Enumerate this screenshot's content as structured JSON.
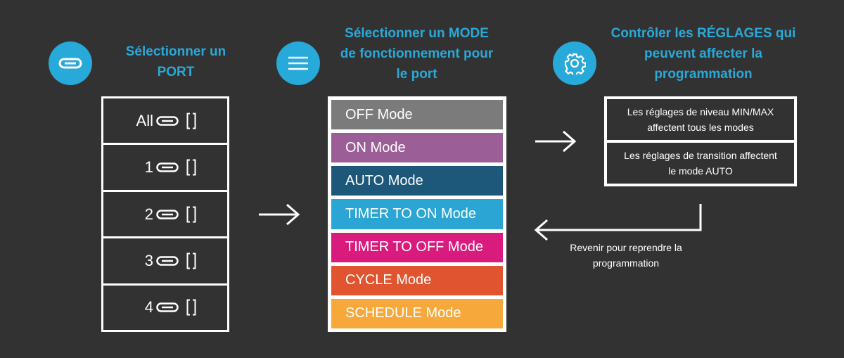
{
  "steps": {
    "port": {
      "title_line1": "Sélectionner un",
      "title_line2": "PORT",
      "icon": "link-icon"
    },
    "mode": {
      "title_line1": "Sélectionner un MODE",
      "title_line2": "de fonctionnement pour",
      "title_line3": "le port",
      "icon": "menu-icon"
    },
    "settings": {
      "title_line1": "Contrôler les RÉGLAGES qui",
      "title_line2": "peuvent affecter la",
      "title_line3": "programmation",
      "icon": "gear-icon"
    }
  },
  "ports": [
    {
      "label": "All"
    },
    {
      "label": "1"
    },
    {
      "label": "2"
    },
    {
      "label": "3"
    },
    {
      "label": "4"
    }
  ],
  "modes": [
    {
      "label": "OFF Mode",
      "color": "#7b7b7b"
    },
    {
      "label": "ON Mode",
      "color": "#9b5e96"
    },
    {
      "label": "AUTO Mode",
      "color": "#1d5779"
    },
    {
      "label": "TIMER TO ON Mode",
      "color": "#2aa5d4"
    },
    {
      "label": "TIMER TO OFF Mode",
      "color": "#d81b7d"
    },
    {
      "label": "CYCLE Mode",
      "color": "#e0552f"
    },
    {
      "label": "SCHEDULE Mode",
      "color": "#f6a83a"
    }
  ],
  "settings": {
    "row1_line1": "Les réglages de niveau MIN/MAX",
    "row1_line2": "affectent tous les modes",
    "row2_line1": "Les réglages de transition affectent",
    "row2_line2": "le mode AUTO"
  },
  "return_text": {
    "line1": "Revenir pour reprendre la",
    "line2": "programmation"
  },
  "colors": {
    "background": "#323232",
    "accent": "#27a9d9",
    "box_border": "#ffffff"
  }
}
